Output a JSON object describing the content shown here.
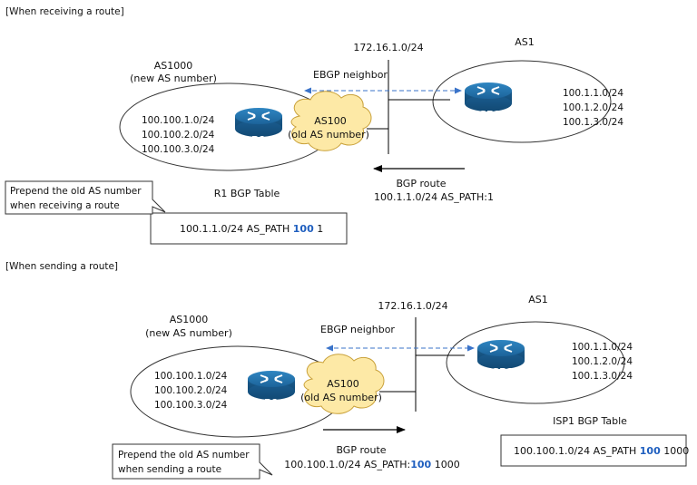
{
  "sections": [
    {
      "heading": "[When receiving a route]",
      "network": "172.16.1.0/24",
      "left_as": {
        "name": "AS1000",
        "sub": "(new AS number)"
      },
      "right_as": {
        "name": "AS1"
      },
      "neighbor_label": "EBGP neighbor",
      "left_routes": [
        "100.100.1.0/24",
        "100.100.2.0/24",
        "100.100.3.0/24"
      ],
      "right_routes": [
        "100.1.1.0/24",
        "100.1.2.0/24",
        "100.1.3.0/24"
      ],
      "r1_label": "R1",
      "isp1_label": "ISP1",
      "cloud": {
        "name": "AS100",
        "sub": "(old AS number)"
      },
      "bgp_route": {
        "label": "BGP route",
        "text": "100.1.1.0/24 AS_PATH:1"
      },
      "table_title": "R1 BGP Table",
      "table_entry": {
        "prefix": "100.1.1.0/24 AS_PATH ",
        "highlight": "100",
        "suffix": " 1"
      },
      "callout": [
        "Prepend the old AS number",
        "when receiving a route"
      ]
    },
    {
      "heading": "[When sending a route]",
      "network": "172.16.1.0/24",
      "left_as": {
        "name": "AS1000",
        "sub": "(new AS number)"
      },
      "right_as": {
        "name": "AS1"
      },
      "neighbor_label": "EBGP neighbor",
      "left_routes": [
        "100.100.1.0/24",
        "100.100.2.0/24",
        "100.100.3.0/24"
      ],
      "right_routes": [
        "100.1.1.0/24",
        "100.1.2.0/24",
        "100.1.3.0/24"
      ],
      "r1_label": "R1",
      "isp1_label": "ISP1",
      "cloud": {
        "name": "AS100",
        "sub": "(old AS number)"
      },
      "bgp_route": {
        "label": "BGP route",
        "prefix": "100.100.1.0/24 AS_PATH:",
        "highlight": "100",
        "suffix": " 1000"
      },
      "table_title": "ISP1 BGP Table",
      "table_entry": {
        "prefix": "100.100.1.0/24 AS_PATH ",
        "highlight": "100",
        "suffix": " 1000"
      },
      "callout": [
        "Prepend the old AS number",
        "when sending a route"
      ]
    }
  ],
  "colors": {
    "router": "#1f6fa6",
    "cloud": "#fde9a6",
    "cloud_stroke": "#c9a13a",
    "neighbor_arrow": "#3a73c9",
    "highlight": "#1f5fbf"
  }
}
